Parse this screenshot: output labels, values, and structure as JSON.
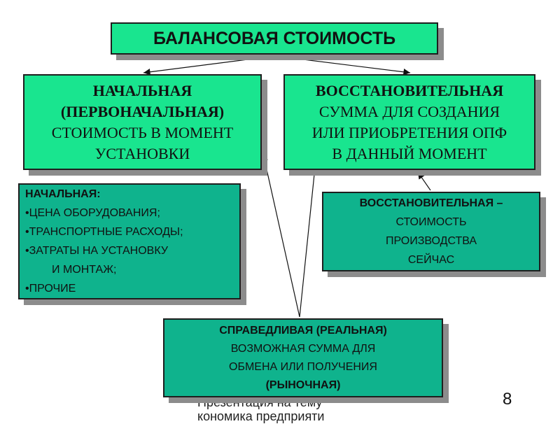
{
  "title": "БАЛАНСОВАЯ СТОИМОСТЬ",
  "initial": {
    "heading_1": "НАЧАЛЬНАЯ",
    "heading_2": "(ПЕРВОНАЧАЛЬНАЯ)",
    "desc_1": "СТОИМОСТЬ В МОМЕНТ",
    "desc_2": "УСТАНОВКИ"
  },
  "restore": {
    "heading": "ВОССТАНОВИТЕЛЬНАЯ",
    "desc_1": "СУММА ДЛЯ СОЗДАНИЯ",
    "desc_2": "ИЛИ ПРИОБРЕТЕНИЯ ОПФ",
    "desc_3": "В ДАННЫЙ МОМЕНТ"
  },
  "initial_detail": {
    "heading": "НАЧАЛЬНАЯ:",
    "items": [
      "•ЦЕНА ОБОРУДОВАНИЯ;",
      "•ТРАНСПОРТНЫЕ РАСХОДЫ;",
      "•ЗАТРАТЫ НА УСТАНОВКУ",
      "И МОНТАЖ;",
      "•ПРОЧИЕ"
    ]
  },
  "restore_detail": {
    "heading": "ВОССТАНОВИТЕЛЬНАЯ –",
    "line_1": "СТОИМОСТЬ",
    "line_2": "ПРОИЗВОДСТВА",
    "line_3": "СЕЙЧАС"
  },
  "fair": {
    "heading": "СПРАВЕДЛИВАЯ (РЕАЛЬНАЯ)",
    "line_1": "ВОЗМОЖНАЯ СУММА ДЛЯ",
    "line_2": "ОБМЕНА ИЛИ ПОЛУЧЕНИЯ",
    "line_3": "(РЫНОЧНАЯ)"
  },
  "footer": {
    "line_1": "Презентация на тему",
    "line_2": "кономика предприяти"
  },
  "page_number": "8",
  "colors": {
    "bright_green": "#19e58f",
    "teal": "#0fb38d",
    "shadow": "#8c8c8c"
  }
}
